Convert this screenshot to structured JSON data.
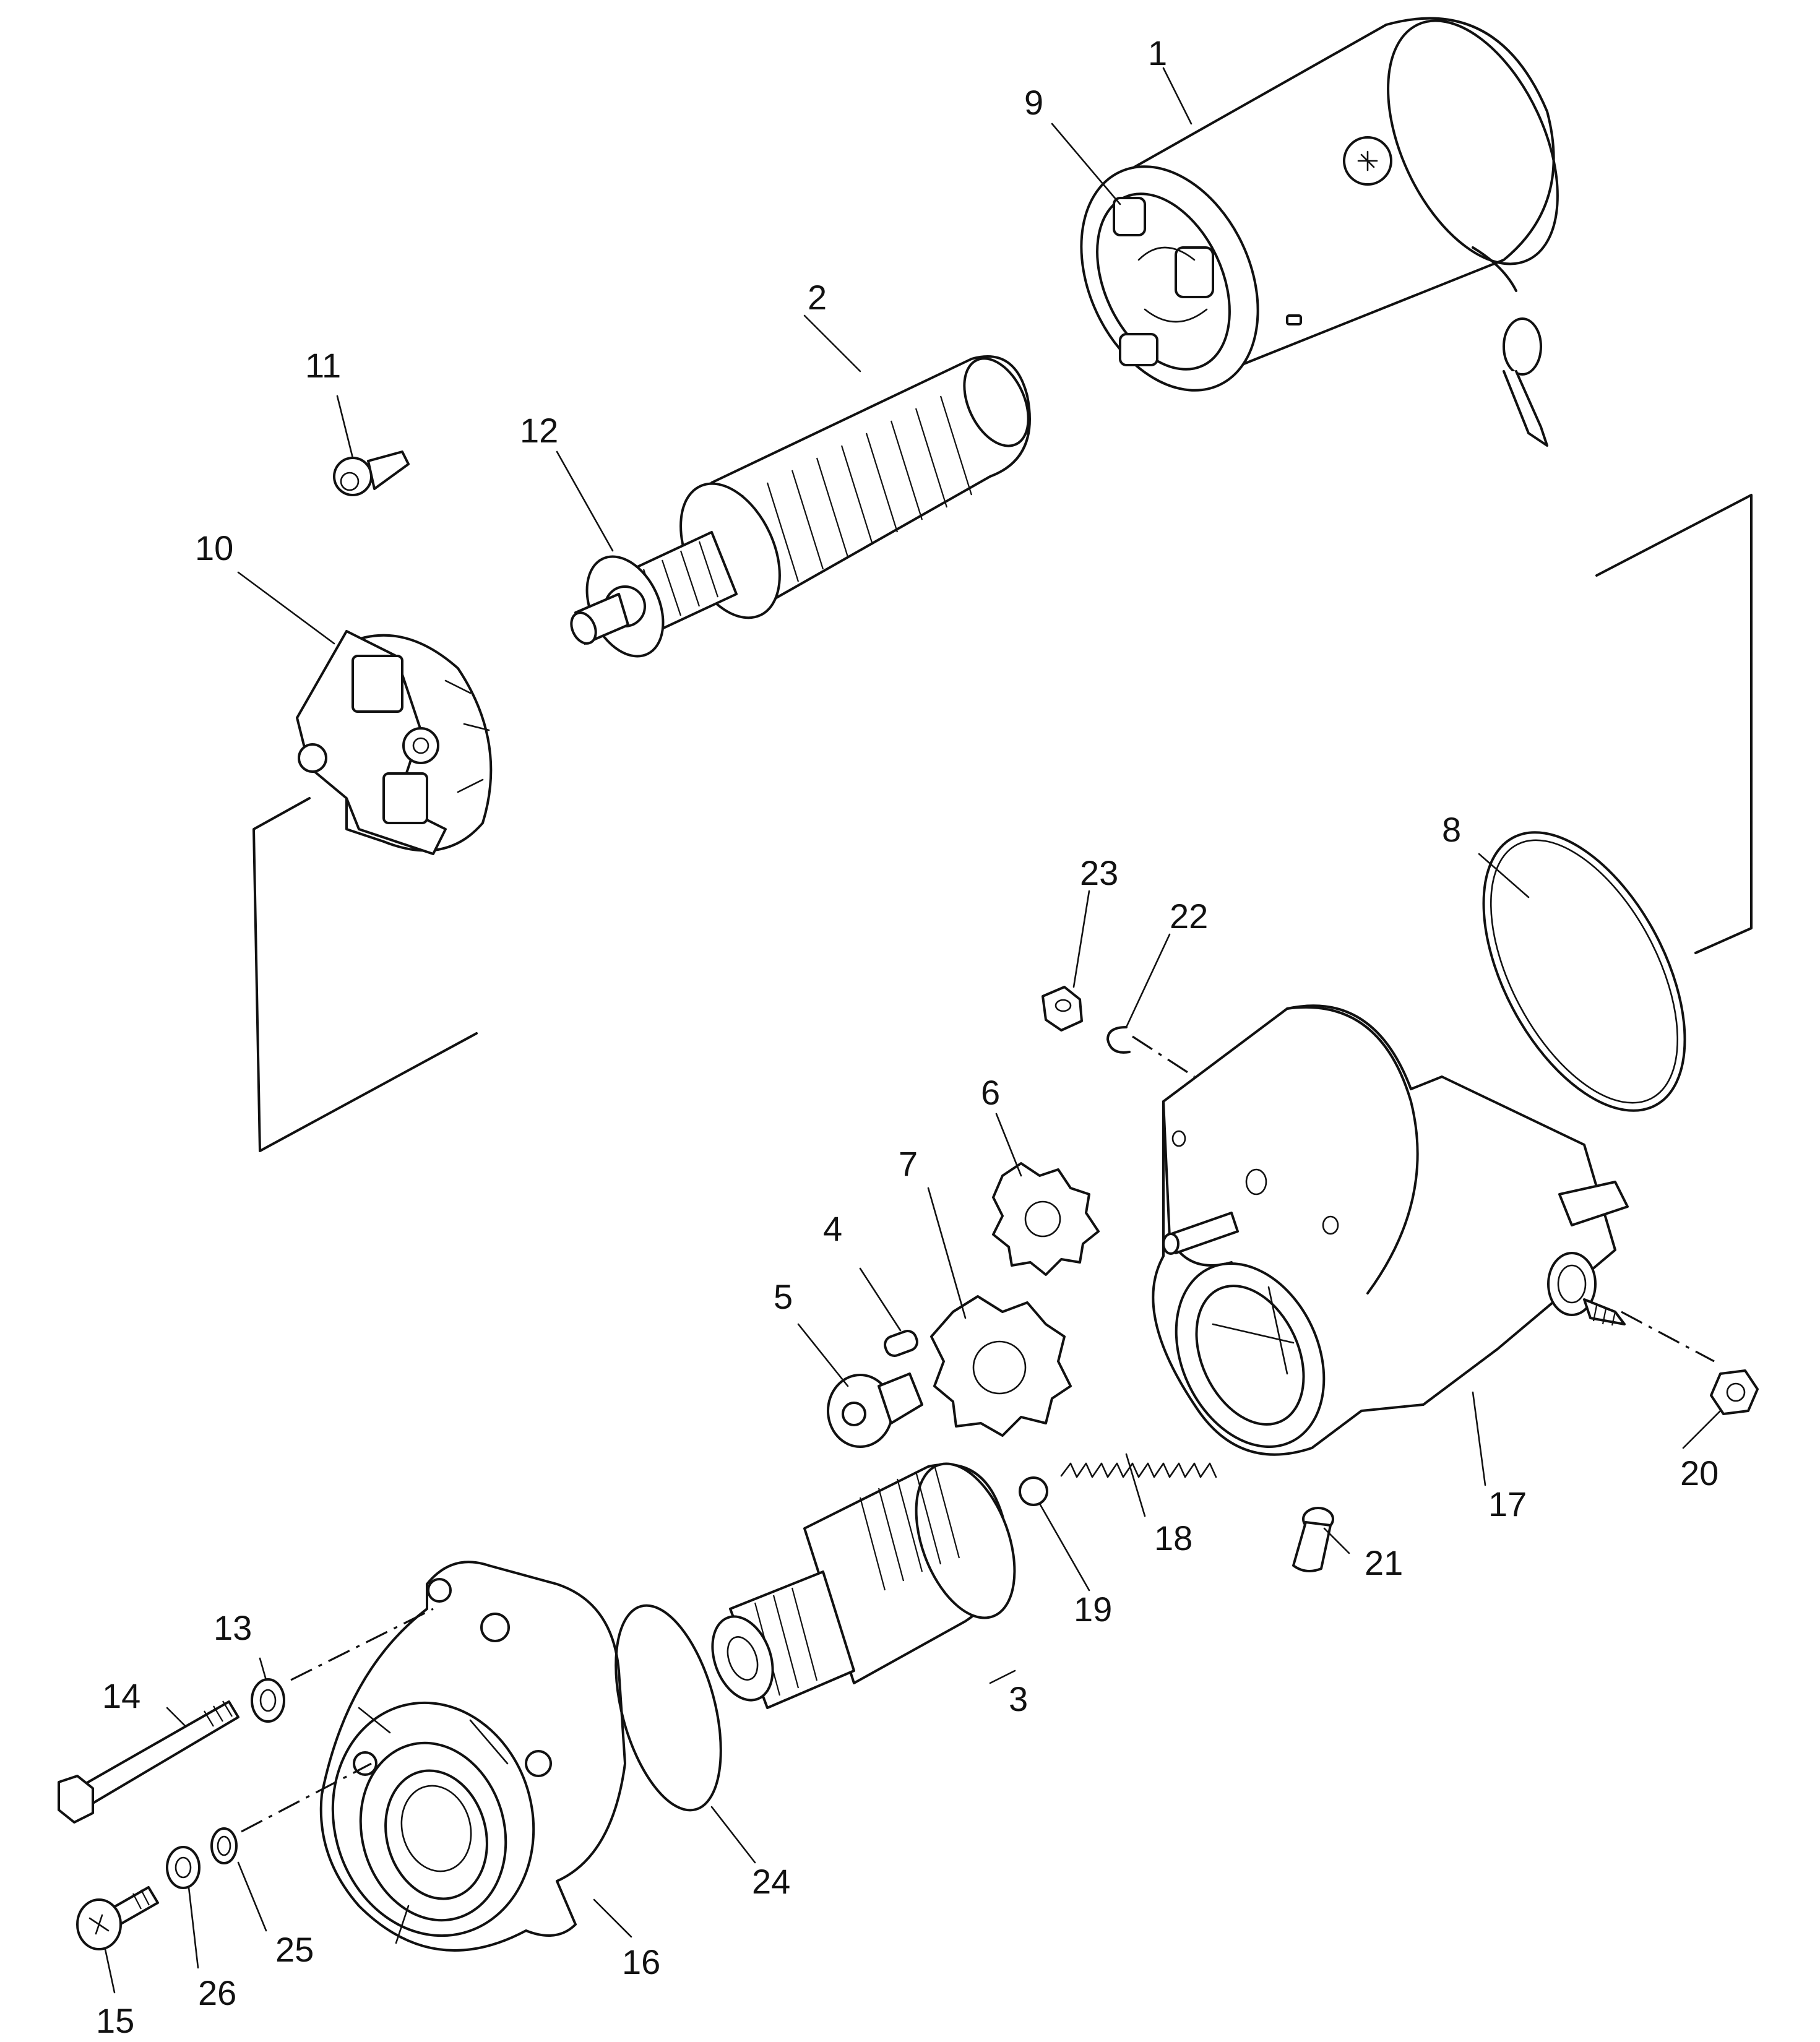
{
  "diagram": {
    "colors": {
      "ink": "#111111",
      "background": "#ffffff"
    },
    "callouts": [
      {
        "id": "1",
        "label": "1"
      },
      {
        "id": "2",
        "label": "2"
      },
      {
        "id": "3",
        "label": "3"
      },
      {
        "id": "4",
        "label": "4"
      },
      {
        "id": "5",
        "label": "5"
      },
      {
        "id": "6",
        "label": "6"
      },
      {
        "id": "7",
        "label": "7"
      },
      {
        "id": "8",
        "label": "8"
      },
      {
        "id": "9",
        "label": "9"
      },
      {
        "id": "10",
        "label": "10"
      },
      {
        "id": "11",
        "label": "11"
      },
      {
        "id": "12",
        "label": "12"
      },
      {
        "id": "13",
        "label": "13"
      },
      {
        "id": "14",
        "label": "14"
      },
      {
        "id": "15",
        "label": "15"
      },
      {
        "id": "16",
        "label": "16"
      },
      {
        "id": "17",
        "label": "17"
      },
      {
        "id": "18",
        "label": "18"
      },
      {
        "id": "19",
        "label": "19"
      },
      {
        "id": "20",
        "label": "20"
      },
      {
        "id": "21",
        "label": "21"
      },
      {
        "id": "22",
        "label": "22"
      },
      {
        "id": "23",
        "label": "23"
      },
      {
        "id": "24",
        "label": "24"
      },
      {
        "id": "25",
        "label": "25"
      },
      {
        "id": "26",
        "label": "26"
      }
    ]
  }
}
